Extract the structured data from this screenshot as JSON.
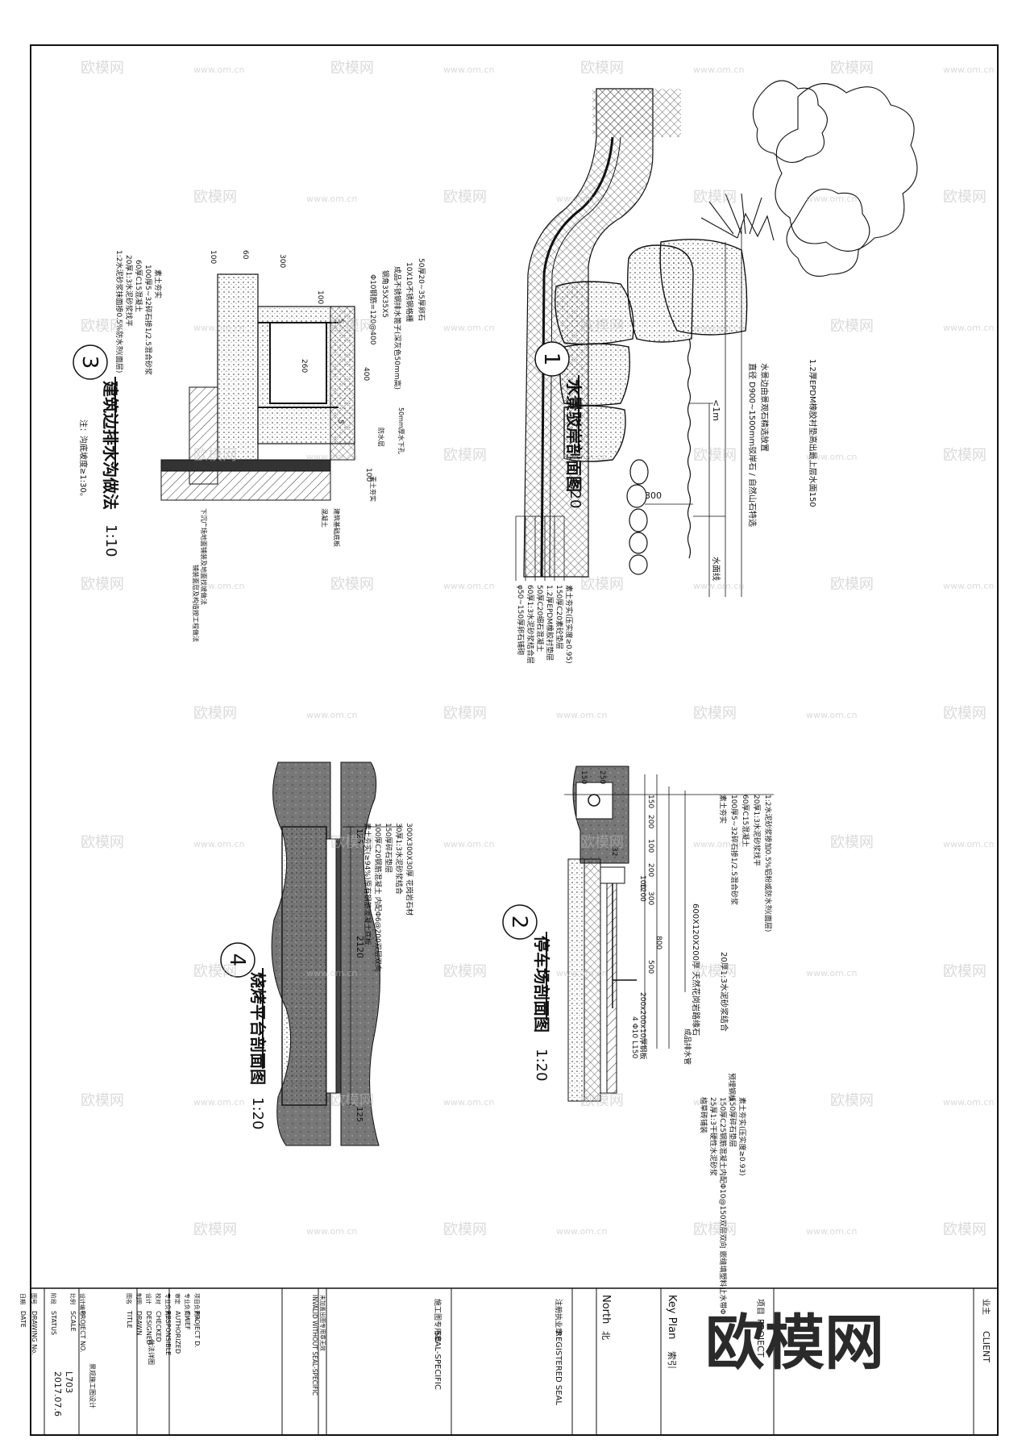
{
  "watermark": {
    "brand": "欧模网",
    "site": "www.om.cn"
  },
  "detail_1": {
    "number": "1",
    "title": "水景驳岸剖面图",
    "scale": "1:20",
    "notes_top": [
      "1.2厚EPDM橡胶衬垫高出最上层水面150",
      "直径 D900~1500mm驳岸石 / 自然山石特选",
      "水景边由景观石精选放置"
    ],
    "notes_bottom": [
      "φ50~150厚卵石铺砌",
      "60厚1:3水泥砂浆结合层",
      "50厚C20细石混凝土",
      "1.2厚EPDM橡胶衬垫层",
      "150厚C20素砼垫层",
      "素土夯实(压实度≥0.95)"
    ],
    "dim_300": "300",
    "depth": "<1m",
    "water_line": "水面线"
  },
  "detail_2": {
    "number": "2",
    "title": "停车场剖面图",
    "scale": "1:20",
    "dims": [
      "150",
      "250",
      "150",
      "200",
      "100",
      "200",
      "100",
      "300",
      "800",
      "500",
      "32",
      "1200",
      "200x200x10厚钢板",
      "4 Φ10 L150"
    ],
    "notes_top": [
      "1:2水泥砂浆掺加0.5%铝粉或防水剂(面层)",
      "20厚1:3水泥砂浆找平",
      "60厚C15混凝土",
      "100厚5~32碎石掺1/2.5混合砂浆",
      "素土夯实"
    ],
    "note_mid": "600X120X200厚 天然花岗岩路缘石",
    "note_mid2": "20厚1:3水泥砂浆结合",
    "notes_bottom": [
      "植草砖铺装",
      "25厚1:3干硬性水泥砂浆",
      "150厚C25钢筋混凝土内配Φ10@150双层双向 嵌缝填塑料止水带Φ",
      "150厚碎石垫层",
      "素土夯实(压实度≥0.93)"
    ],
    "pipe": "成品排水管",
    "plate": "预埋钢板"
  },
  "detail_3": {
    "number": "3",
    "title": "建筑边排水沟做法",
    "scale": "1:10",
    "note": "注：沟底坡度≥1:30。",
    "dims": [
      "100",
      "60",
      "300",
      "100",
      "260",
      "400",
      "5",
      "5",
      "100"
    ],
    "notes": [
      "1:2水泥砂浆抹面掺0.5%防水剂(面层)",
      "20厚1:3水泥砂浆找平",
      "60厚C15混凝土",
      "100厚5~32碎石掺1/2.5混合砂浆",
      "素土夯实"
    ],
    "notes_top": [
      "50厚20~35厚卵石",
      "10X10不锈钢格栅",
      "成品不锈钢排水篦子(深灰色50mm高)",
      "钢角35X35X5",
      "Φ10钢筋=120@400"
    ],
    "side_labels": [
      "下沉广场地面铺装及地面找坡做法",
      "建筑基础底板",
      "混凝土",
      "铺装面层及构造按工程做法",
      "素土夯实",
      "防水层",
      "50mm厚水下孔"
    ]
  },
  "detail_4": {
    "number": "4",
    "title": "烧烤平台剖面图",
    "scale": "1:20",
    "dims": [
      "125",
      "2120",
      "125"
    ],
    "notes": [
      "300X300X30厚 花岗岩石材",
      "30厚1:3水泥砂浆结合",
      "150厚碎石垫层",
      "100厚C20钢筋混凝土 内配Φ6@200双层双向",
      "素土夯实(≥94%)原有钢筋混凝土底板"
    ]
  },
  "title_block": {
    "client_cn": "业主",
    "client_en": "CLIENT",
    "project_cn": "项目",
    "project_en": "PROJECT",
    "keyplan_en": "Key Plan",
    "keyplan_cn": "索引",
    "north_en": "North",
    "north_cn": "北",
    "seal_cn": "注册执业章",
    "seal_en": "REGISTERED SEAL",
    "seal2_cn": "施工图专用章",
    "seal2_en": "SEAL-SPECIFIC",
    "invalid_cn": "未加盖出图专用章无效",
    "invalid_en": "INVALID WITHOUT SEAL-SPECIFIC",
    "rows": [
      {
        "cn": "项目负责人",
        "en": "PROJECT D."
      },
      {
        "cn": "专业负责人",
        "en": "CHIEF"
      },
      {
        "cn": "审定",
        "en": "AUTHORIZED"
      },
      {
        "cn": "专业负责人",
        "en": "RESPONSIBLE"
      },
      {
        "cn": "校对",
        "en": "CHECKED"
      },
      {
        "cn": "设计",
        "en": "DESIGNED"
      },
      {
        "cn": "制图",
        "en": "DRAWN"
      },
      {
        "cn": "图名",
        "en": "TITLE"
      },
      {
        "cn": "设计编号",
        "en": "PROJECT NO."
      },
      {
        "cn": "比例",
        "en": "SCALE"
      },
      {
        "cn": "阶段",
        "en": "STATUS"
      },
      {
        "cn": "图号",
        "en": "DRAWING No."
      },
      {
        "cn": "日期",
        "en": "DATE"
      }
    ],
    "title_value": "做法详图",
    "status_value": "景观施工图设计",
    "drawing_no": "L703",
    "date": "2017.07.6"
  }
}
